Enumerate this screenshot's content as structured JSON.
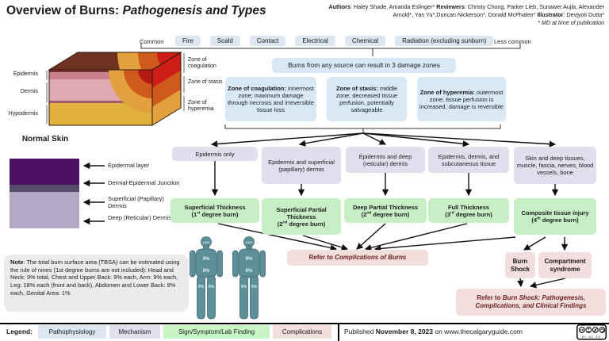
{
  "title": {
    "prefix": "Overview of Burns: ",
    "emphasis": "Pathogenesis and Types"
  },
  "credits": {
    "authors_label": "Authors",
    "authors": ":  Haley Shade, Amanda Eslinger* ",
    "reviewers_label": "Reviewers",
    "reviewers": ": Christy Chong, Parker Lieb, Sunawer Aujla, Alexander Arnold*, Yan Yu*,Duncan Nickerson*, Donald McPhalen* ",
    "illustrator_label": "Illustrator",
    "illustrator": ": Devjyoti Dutta*",
    "md_note": "* MD at time of publication"
  },
  "sources": {
    "common_label": "Common",
    "less_common_label": "Less common",
    "items": [
      "Fire",
      "Scald",
      "Contact",
      "Electrical",
      "Chemical",
      "Radiation (excluding sunburn)"
    ]
  },
  "damage_note": "Burns from any source can result in 3 damage zones",
  "zones": [
    {
      "title": "Zone of coagulation:",
      "desc": " innermost zone; maximum damage through necrosis and irreversible tissue loss"
    },
    {
      "title": "Zone of stasis:",
      "desc": " middle zone; decreased tissue perfusion, potentially salvageable"
    },
    {
      "title": "Zone of hyperemia:",
      "desc": " outermost zone; tissue perfusion is increased, damage is reversible"
    }
  ],
  "skin_block": {
    "layer_labels": [
      "Epidermis",
      "Dermis",
      "Hypodermis"
    ],
    "zone_labels": [
      "Zone of coagulation",
      "Zone of stasis",
      "Zone of hyperemia"
    ]
  },
  "normal_skin": {
    "title": "Normal Skin",
    "labels": [
      "Epidermal layer",
      "Dermal-Epidermal Junction",
      "Superficial (Papillary) Dermis",
      "Deep (Reticular) Dermis"
    ]
  },
  "depth_boxes": [
    "Epidermis only",
    "Epidermis and superficial (papillary) dermis",
    "Epidermis and deep (reticular) dermis",
    "Epidermis, dermis, and subcutaneous tissue",
    "Skin and deep tissues, muscle, fascia, nerves, blood vessels, bone"
  ],
  "classification_boxes": [
    {
      "name": "Superficial Thickness",
      "deg_pre": "(1",
      "deg_sup": "st",
      "deg_post": " degree burn)"
    },
    {
      "name": "Superficial Partial Thickness",
      "deg_pre": "(2",
      "deg_sup": "nd",
      "deg_post": " degree burn)"
    },
    {
      "name": "Deep Partial Thickness",
      "deg_pre": "(2",
      "deg_sup": "nd",
      "deg_post": " degree burn)"
    },
    {
      "name": "Full Thickness",
      "deg_pre": "(3",
      "deg_sup": "rd",
      "deg_post": " degree burn)"
    },
    {
      "name": "Composite tissue injury",
      "deg_pre": "(4",
      "deg_sup": "th",
      "deg_post": " degree burn)"
    }
  ],
  "rule_of_nines": {
    "head": "4.5%",
    "chest": "9%",
    "abdomen": "9%",
    "leg_left": "9%",
    "leg_right": "9%"
  },
  "note": {
    "label": "Note",
    "text": ": The total burn surface area (TBSA) can be estimated using the rule of nines (1st degree burns are not included): Head and Neck: 9% total, Chest and Upper Back: 9% each, Arm: 9% each, Leg: 18% each (front and back), Abdomen and Lower Back: 9% each, Genital Area: 1%"
  },
  "refer": {
    "prefix": "Refer to ",
    "complications_doc": "Complications of Burns",
    "burn_shock_label": "Burn Shock",
    "compartment_label": "Compartment syndrome",
    "burn_shock_doc": "Burn Shock: Pathogenesis, Complications, and Clinical Findings"
  },
  "legend": {
    "label": "Legend:",
    "items": [
      {
        "label": "Pathophysiology",
        "color": "#dce7f1"
      },
      {
        "label": "Mechanism",
        "color": "#e2deee"
      },
      {
        "label": "Sign/Symptom/Lab Finding",
        "color": "#c7f6c4"
      },
      {
        "label": "Complications",
        "color": "#f1dedd"
      }
    ]
  },
  "footer": {
    "published_prefix": "Published ",
    "published_date": "November 8, 2023",
    "published_suffix": " on www.thecalgaryguide.com",
    "license": "BY NC SA"
  },
  "palette": {
    "source_box": "#dce7f1",
    "zone_box": "#d9e8f5",
    "depth_box": "#e2deee",
    "classification_box": "#c8eec6",
    "refer_box": "#f1dedd",
    "refer_text": "#69201d",
    "note_box": "#ebebeb",
    "body_fill": "#5d8f99",
    "burn_red": "#cd1d16",
    "burn_orange": "#d05a1b",
    "burn_yellow": "#e2a13c",
    "epidermis_purple": "#4d0f63",
    "junction_purple": "#554b6b",
    "dermis_purple": "#b3a8c6"
  }
}
